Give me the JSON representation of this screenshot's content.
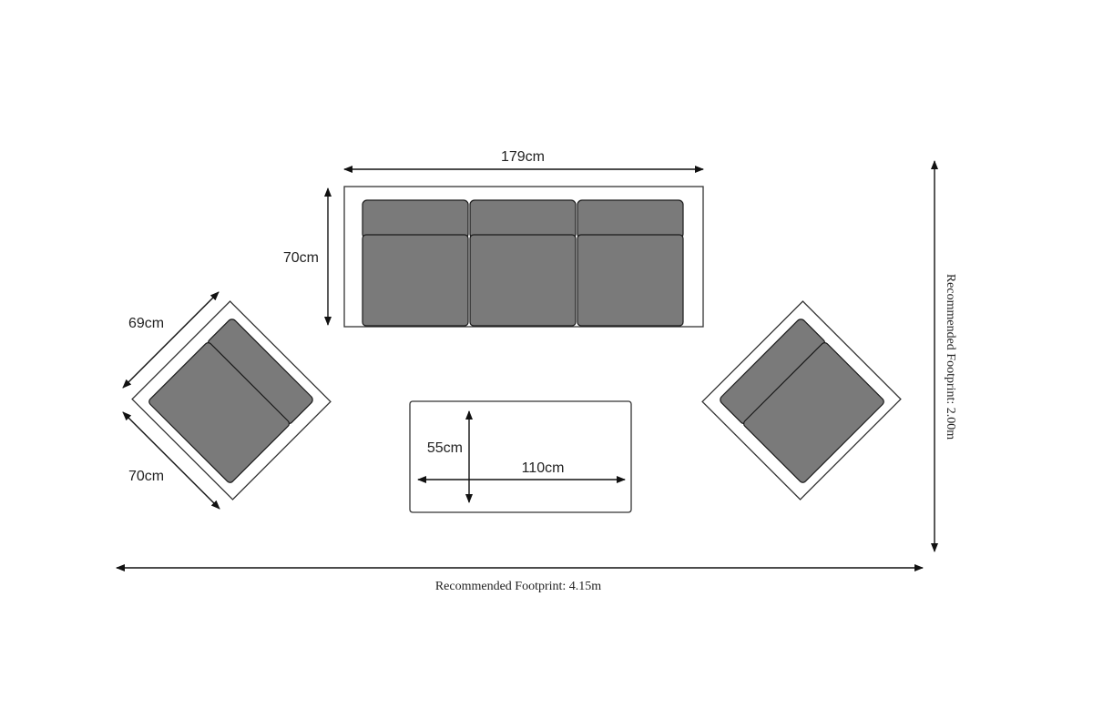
{
  "colors": {
    "background": "#ffffff",
    "outline": "#333333",
    "cushion": "#7a7a7a",
    "arrow": "#111111",
    "text": "#222222"
  },
  "dimensions": {
    "sofa_width": "179cm",
    "sofa_depth": "70cm",
    "chair_width": "69cm",
    "chair_depth": "70cm",
    "table_depth": "55cm",
    "table_width": "110cm"
  },
  "footprint": {
    "width": "Recommended Footprint: 4.15m",
    "depth": "Recommended Footprint: 2.00m"
  }
}
